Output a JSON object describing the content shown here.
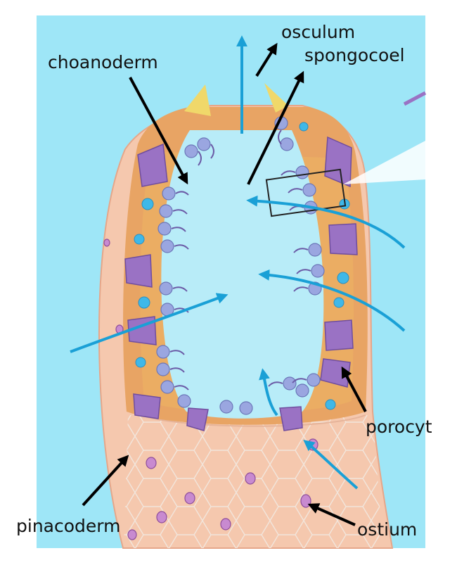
{
  "labels": {
    "osculum": "osculum",
    "spongocoel": "spongocoel",
    "choanoderm": "choanoderm",
    "porocyt": "porocyt",
    "pinacoderm": "pinacoderm",
    "ostium": "ostium"
  },
  "colors": {
    "water_background": "#9ee6f7",
    "flow_arrow": "#1aa0d6",
    "pinacoderm_skin": "#f5c8ae",
    "mesohyl": "#e8a464",
    "porocyte": "#9a72c4",
    "choanocyte": "#9aa6e0",
    "label_arrow": "#000000"
  }
}
